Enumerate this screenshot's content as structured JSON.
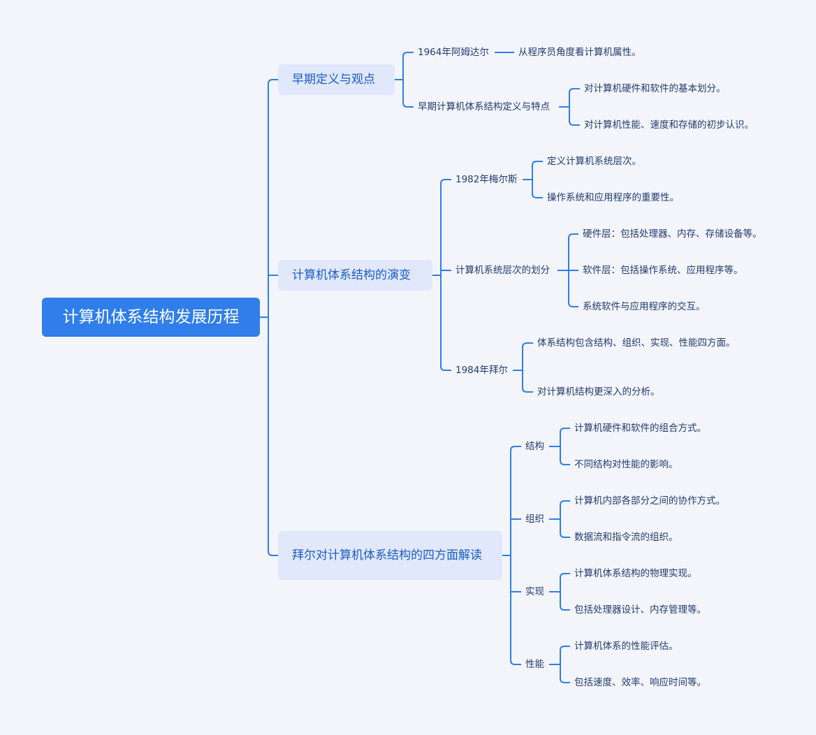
{
  "root": "计算机体系结构发展历程",
  "branches": [
    {
      "label": "早期定义与观点",
      "children": [
        {
          "label": "1964年阿姆达尔",
          "children": [
            "从程序员角度看计算机属性。"
          ]
        },
        {
          "label": "早期计算机体系结构定义与特点",
          "children": [
            "对计算机硬件和软件的基本划分。",
            "对计算机性能、速度和存储的初步认识。"
          ]
        }
      ]
    },
    {
      "label": "计算机体系结构的演变",
      "children": [
        {
          "label": "1982年梅尔斯",
          "children": [
            "定义计算机系统层次。",
            "操作系统和应用程序的重要性。"
          ]
        },
        {
          "label": "计算机系统层次的划分",
          "children": [
            "硬件层：包括处理器、内存、存储设备等。",
            "软件层：包括操作系统、应用程序等。",
            "系统软件与应用程序的交互。"
          ]
        },
        {
          "label": "1984年拜尔",
          "children": [
            "体系结构包含结构、组织、实现、性能四方面。",
            "对计算机结构更深入的分析。"
          ]
        }
      ]
    },
    {
      "label": "拜尔对计算机体系结构的四方面解读",
      "children": [
        {
          "label": "结构",
          "children": [
            "计算机硬件和软件的组合方式。",
            "不同结构对性能的影响。"
          ]
        },
        {
          "label": "组织",
          "children": [
            "计算机内部各部分之间的协作方式。",
            "数据流和指令流的组织。"
          ]
        },
        {
          "label": "实现",
          "children": [
            "计算机体系结构的物理实现。",
            "包括处理器设计、内存管理等。"
          ]
        },
        {
          "label": "性能",
          "children": [
            "计算机体系的性能评估。",
            "包括速度、效率、响应时间等。"
          ]
        }
      ]
    }
  ],
  "colors": {
    "line": "#2f7ee9",
    "root_bg": "#2f7ee9",
    "branch_bg": "#e1e8fb",
    "branch_text": "#1a5cc8",
    "node_text": "#233b6e"
  }
}
